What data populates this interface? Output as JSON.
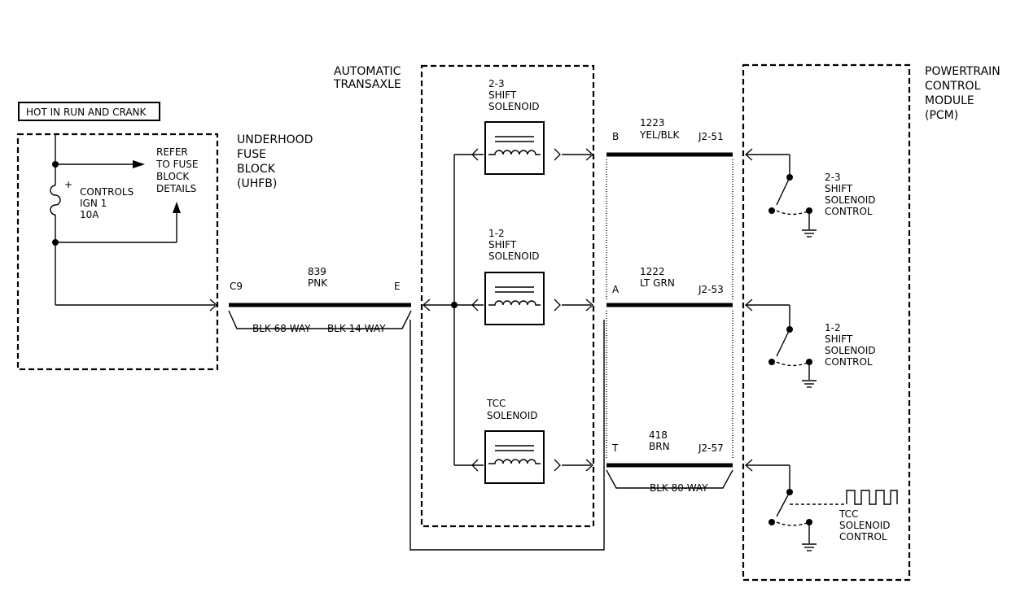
{
  "hot_label": "HOT IN RUN AND CRANK",
  "fuse_block": {
    "name_lines": [
      "UNDERHOOD",
      "FUSE",
      "BLOCK",
      "(UHFB)"
    ],
    "refer_lines": [
      "REFER",
      "TO FUSE",
      "BLOCK",
      "DETAILS"
    ],
    "fuse_lines": [
      "CONTROLS",
      "IGN 1",
      "10A"
    ],
    "fuse_polarity": "+"
  },
  "transaxle": {
    "name_lines": [
      "AUTOMATIC",
      "TRANSAXLE"
    ],
    "solenoids": [
      {
        "lines": [
          "2-3",
          "SHIFT",
          "SOLENOID"
        ]
      },
      {
        "lines": [
          "1-2",
          "SHIFT",
          "SOLENOID"
        ]
      },
      {
        "lines": [
          "TCC",
          "SOLENOID"
        ]
      }
    ]
  },
  "pcm": {
    "name_lines": [
      "POWERTRAIN",
      "CONTROL",
      "MODULE",
      "(PCM)"
    ],
    "controls": [
      {
        "lines": [
          "2-3",
          "SHIFT",
          "SOLENOID",
          "CONTROL"
        ]
      },
      {
        "lines": [
          "1-2",
          "SHIFT",
          "SOLENOID",
          "CONTROL"
        ]
      },
      {
        "lines": [
          "TCC",
          "SOLENOID",
          "CONTROL"
        ]
      }
    ]
  },
  "feed_wire": {
    "circuit": "839",
    "color": "PNK",
    "pin_left": "C9",
    "pin_right": "E",
    "connector_left": "BLK 68-WAY",
    "connector_right": "BLK 14-WAY"
  },
  "signal_wires": [
    {
      "circuit": "1223",
      "color": "YEL/BLK",
      "pin_left": "B",
      "pin_right": "J2-51"
    },
    {
      "circuit": "1222",
      "color": "LT GRN",
      "pin_left": "A",
      "pin_right": "J2-53"
    },
    {
      "circuit": "418",
      "color": "BRN",
      "pin_left": "T",
      "pin_right": "J2-57"
    }
  ],
  "pcm_connector": "BLK 80-WAY"
}
